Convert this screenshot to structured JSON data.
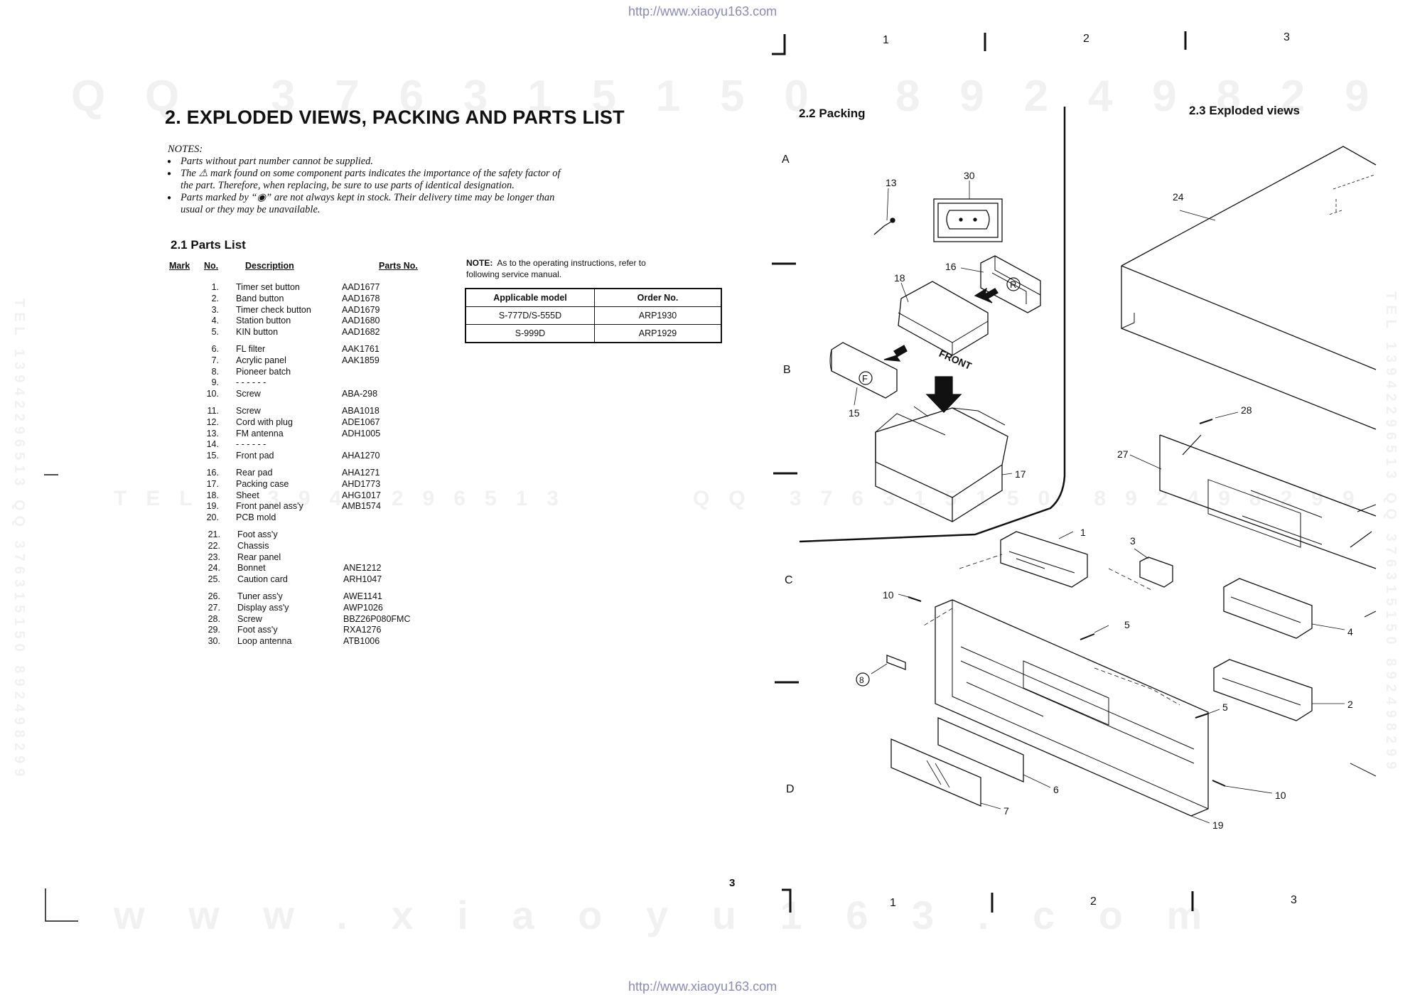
{
  "urls": {
    "top": "http://www.xiaoyu163.com",
    "bottom": "http://www.xiaoyu163.com"
  },
  "watermarks": {
    "qq_left": "QQ 376315150",
    "qq_right": "892498299",
    "tel_mid": "TEL 13942296513",
    "qq_mid": "QQ 376315150 892498299",
    "site": "www.xiaoyu163.com",
    "side_left": "TEL 13942296513 QQ 376315150 892498299",
    "side_right": "TEL 13942296513 QQ 376315150 892498299"
  },
  "page": {
    "title": "2. EXPLODED VIEWS, PACKING AND PARTS LIST",
    "page_number": "3",
    "column_markers": [
      "1",
      "2",
      "3"
    ],
    "row_markers": [
      "A",
      "B",
      "C",
      "D"
    ]
  },
  "notes": {
    "heading": "NOTES:",
    "items": [
      "Parts without part number cannot be supplied.",
      "The ⚠ mark found on some component parts indicates the importance of the safety factor of the part. Therefore, when replacing, be sure to use parts of identical designation.",
      "Parts marked by “◉” are not always kept in stock. Their delivery time may be longer than usual or they may be unavailable."
    ]
  },
  "parts_list": {
    "heading": "2.1 Parts List",
    "columns": {
      "mark": "Mark",
      "no": "No.",
      "description": "Description",
      "parts_no": "Parts No."
    },
    "rows": [
      {
        "no": "1.",
        "description": "Timer set button",
        "parts_no": "AAD1677"
      },
      {
        "no": "2.",
        "description": "Band button",
        "parts_no": "AAD1678"
      },
      {
        "no": "3.",
        "description": "Timer check button",
        "parts_no": "AAD1679"
      },
      {
        "no": "4.",
        "description": "Station button",
        "parts_no": "AAD1680"
      },
      {
        "no": "5.",
        "description": "KIN button",
        "parts_no": "AAD1682"
      },
      {
        "no": "6.",
        "description": "FL filter",
        "parts_no": "AAK1761"
      },
      {
        "no": "7.",
        "description": "Acrylic panel",
        "parts_no": "AAK1859"
      },
      {
        "no": "8.",
        "description": "Pioneer batch",
        "parts_no": ""
      },
      {
        "no": "9.",
        "description": "- - - - - -",
        "parts_no": ""
      },
      {
        "no": "10.",
        "description": "Screw",
        "parts_no": "ABA-298"
      },
      {
        "no": "11.",
        "description": "Screw",
        "parts_no": "ABA1018"
      },
      {
        "no": "12.",
        "description": "Cord with plug",
        "parts_no": "ADE1067"
      },
      {
        "no": "13.",
        "description": "FM antenna",
        "parts_no": "ADH1005"
      },
      {
        "no": "14.",
        "description": "- - - - - -",
        "parts_no": ""
      },
      {
        "no": "15.",
        "description": "Front pad",
        "parts_no": "AHA1270"
      },
      {
        "no": "16.",
        "description": "Rear pad",
        "parts_no": "AHA1271"
      },
      {
        "no": "17.",
        "description": "Packing case",
        "parts_no": "AHD1773"
      },
      {
        "no": "18.",
        "description": "Sheet",
        "parts_no": "AHG1017"
      },
      {
        "no": "19.",
        "description": "Front panel ass'y",
        "parts_no": "AMB1574"
      },
      {
        "no": "20.",
        "description": "PCB mold",
        "parts_no": ""
      },
      {
        "no": "21.",
        "description": "Foot ass'y",
        "parts_no": ""
      },
      {
        "no": "22.",
        "description": "Chassis",
        "parts_no": ""
      },
      {
        "no": "23.",
        "description": "Rear panel",
        "parts_no": ""
      },
      {
        "no": "24.",
        "description": "Bonnet",
        "parts_no": "ANE1212"
      },
      {
        "no": "25.",
        "description": "Caution card",
        "parts_no": "ARH1047"
      },
      {
        "no": "26.",
        "description": "Tuner ass'y",
        "parts_no": "AWE1141"
      },
      {
        "no": "27.",
        "description": "Display ass'y",
        "parts_no": "AWP1026"
      },
      {
        "no": "28.",
        "description": "Screw",
        "parts_no": "BBZ26P080FMC"
      },
      {
        "no": "29.",
        "description": "Foot ass'y",
        "parts_no": "RXA1276"
      },
      {
        "no": "30.",
        "description": "Loop antenna",
        "parts_no": "ATB1006"
      }
    ]
  },
  "manual_note": {
    "label": "NOTE:",
    "text": "As to the operating instructions, refer to following service manual.",
    "table": {
      "headers": [
        "Applicable model",
        "Order No."
      ],
      "rows": [
        [
          "S-777D/S-555D",
          "ARP1930"
        ],
        [
          "S-999D",
          "ARP1929"
        ]
      ]
    }
  },
  "packing": {
    "heading": "2.2 Packing",
    "labels": [
      "13",
      "30",
      "16",
      "18",
      "15",
      "17"
    ],
    "sheet_text": "FRONT",
    "pad_marks": [
      "R",
      "F"
    ]
  },
  "exploded": {
    "heading": "2.3 Exploded views",
    "labels": [
      "24",
      "28",
      "27",
      "1",
      "3",
      "10",
      "5",
      "8",
      "4",
      "2",
      "5",
      "10",
      "6",
      "7",
      "19"
    ]
  }
}
